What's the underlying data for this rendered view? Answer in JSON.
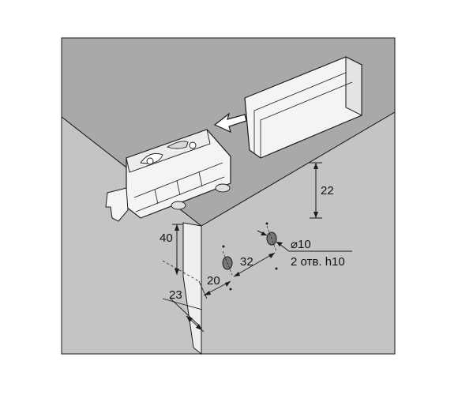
{
  "colors": {
    "background": "#ffffff",
    "top_surface": "#a9a9a9",
    "front_surface": "#c4c4c4",
    "side_surface": "#bcbcbc",
    "part_fill": "#f4f4f4",
    "line": "#1a1a1a"
  },
  "labels": {
    "dim_22": "22",
    "dim_40": "40",
    "dim_32": "32",
    "dim_20": "20",
    "dim_23": "23",
    "diameter": "⌀10",
    "holes": "2 отв. h10"
  },
  "icons": {
    "direction_arrow": "arrow-left-icon"
  }
}
